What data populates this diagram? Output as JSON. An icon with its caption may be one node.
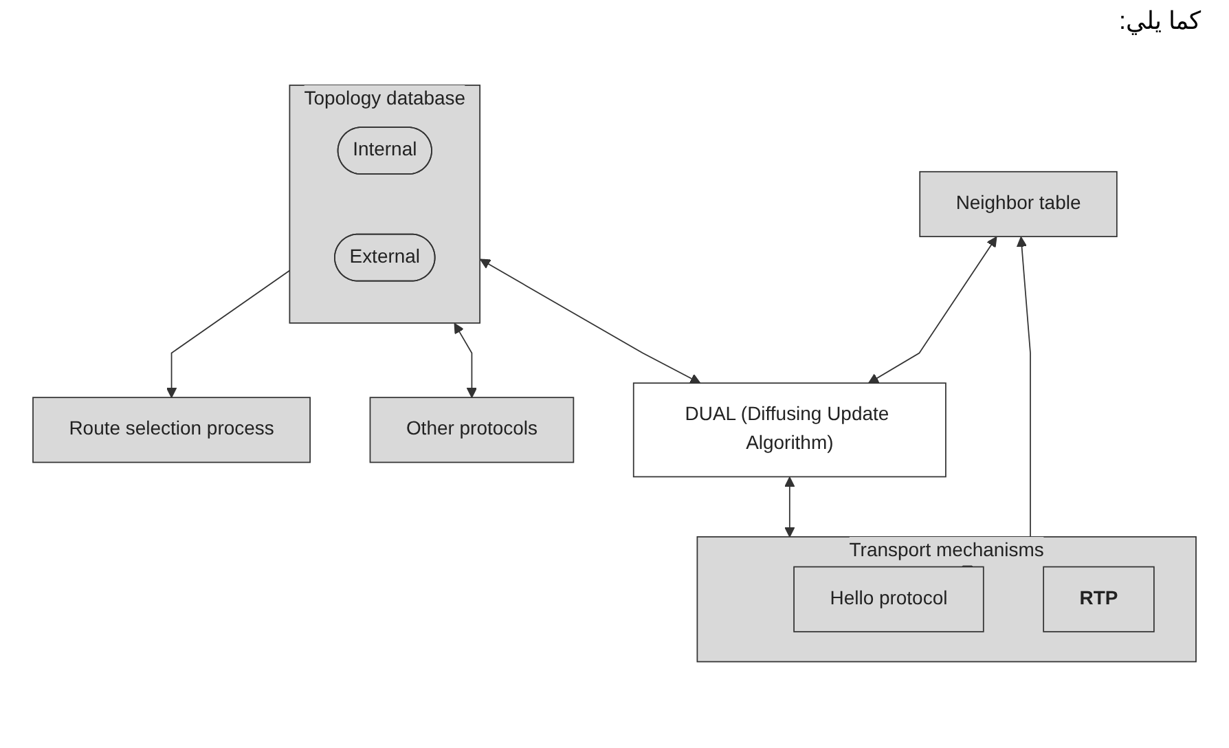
{
  "diagram": {
    "nodes": [
      {
        "text": [
          "Route selection process"
        ]
      },
      {
        "text": [
          "Topology database"
        ]
      },
      {
        "text": [
          "Internal"
        ],
        "in": 1
      },
      {
        "text": [
          "External"
        ],
        "in": 1
      },
      {
        "text": [
          "Other protocols"
        ]
      },
      {
        "text": [
          "Neighbor table"
        ]
      },
      {
        "text": [
          "DUAL (Diffusing Update Algorithm)"
        ]
      },
      {
        "text": [
          "Transport mechanisms"
        ]
      },
      {
        "text": [
          "Hello protocol"
        ],
        "in": 7
      },
      {
        "text": [
          "RTP"
        ],
        "in": 7
      }
    ],
    "edges": [
      {
        "from": 1,
        "to": 0,
        "arrow": "to"
      },
      {
        "from": 1,
        "to": 4,
        "arrow": "both"
      },
      {
        "from": 1,
        "to": 6,
        "arrow": "both"
      },
      {
        "from": 5,
        "to": 6,
        "arrow": "both"
      },
      {
        "from": 6,
        "to": 7,
        "arrow": "both"
      },
      {
        "from": 5,
        "to": 8,
        "arrow": "both"
      }
    ],
    "labels": [
      "كما يلي:"
    ]
  }
}
